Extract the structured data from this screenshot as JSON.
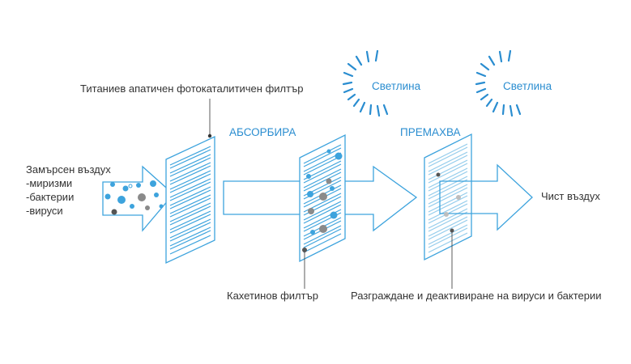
{
  "labels": {
    "top_filter": "Титаниев апатичен фотокаталитичен филтър",
    "light_1": "Светлина",
    "light_2": "Светлина",
    "absorbs": "АБСОРБИРА",
    "removes": "ПРЕМАХВА",
    "polluted_air": [
      "Замърсен въздух",
      "-миризми",
      "-бактерии",
      "-вируси"
    ],
    "clean_air": "Чист въздух",
    "catechin_filter": "Кахетинов филтър",
    "decomposition": "Разграждане и деактивиране на вируси и бактерии"
  },
  "colors": {
    "accent": "#2a8dd0",
    "particle_blue": "#3da3dd",
    "particle_gray": "#8a8a8a",
    "text": "#333333"
  },
  "icons": [
    "sun-rays-icon",
    "sun-rays-icon"
  ]
}
